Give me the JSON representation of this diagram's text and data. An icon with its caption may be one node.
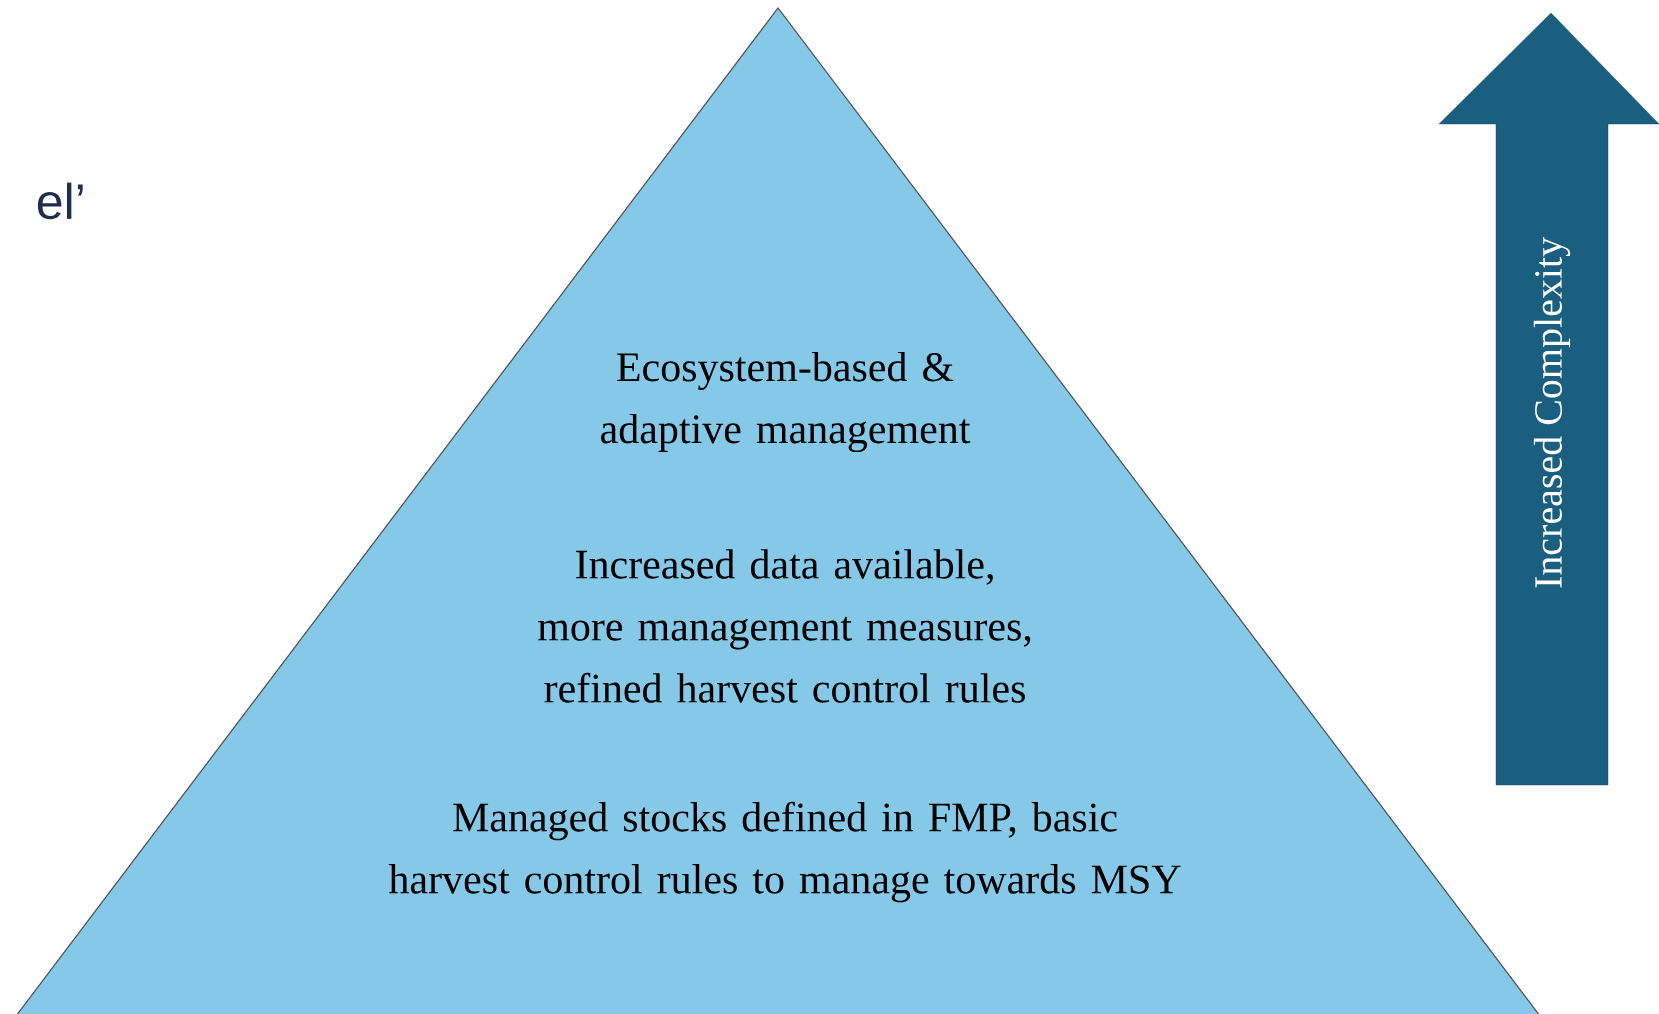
{
  "diagram": {
    "nodes": [
      {
        "text": [
          "Ecosystem-based & adaptive management",
          "Increased data available, more management measures, refined harvest control rules",
          "Managed stocks defined in FMP, basic harvest control rules to manage towards MSY"
        ]
      },
      {
        "text": [
          "Increased Complexity"
        ]
      }
    ],
    "labels": [
      "el’"
    ]
  }
}
